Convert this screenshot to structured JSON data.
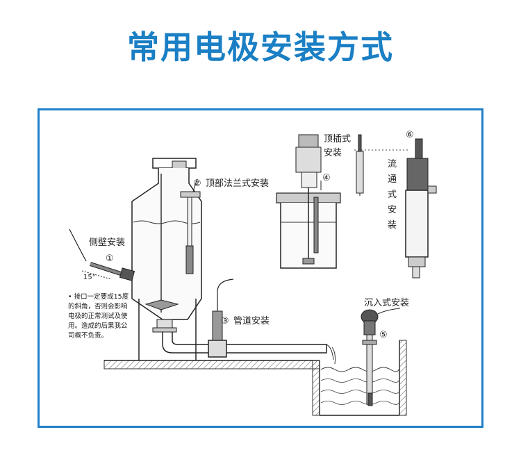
{
  "page": {
    "title": "常用电极安装方式"
  },
  "diagram": {
    "labels": {
      "side_wall": "侧壁安装",
      "top_flange": "顶部法兰式安装",
      "pipeline": "管道安装",
      "top_insert_line1": "顶插式",
      "top_insert_line2": "安装",
      "flow_through_chars": [
        "流",
        "通",
        "式",
        "安",
        "装"
      ],
      "immersion": "沉入式安装"
    },
    "markers": {
      "m1": "①",
      "m2": "②",
      "m3": "③",
      "m4": "④",
      "m5": "⑤",
      "m6": "⑥"
    },
    "angle": "15°",
    "note_lines": [
      "• 接口一定要成15度",
      "的斜角，否则会影响",
      "电极的正常测试及使",
      "用。造成的后果我公",
      "司概不负责。"
    ]
  }
}
